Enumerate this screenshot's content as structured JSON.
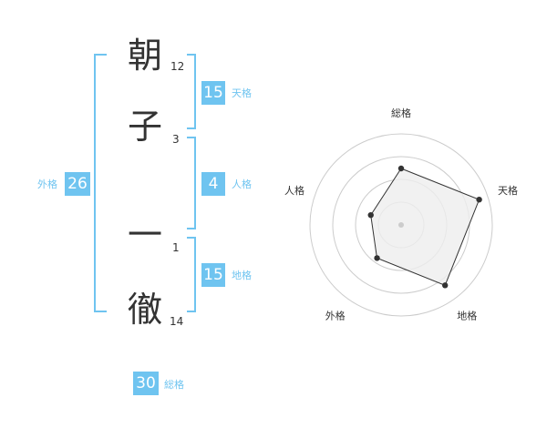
{
  "name": {
    "chars": [
      {
        "char": "朝",
        "strokes": "12"
      },
      {
        "char": "子",
        "strokes": "3"
      },
      {
        "char": "一",
        "strokes": "1"
      },
      {
        "char": "徹",
        "strokes": "14"
      }
    ]
  },
  "fortune": {
    "tenkaku": {
      "value": "15",
      "label": "天格"
    },
    "jinkaku": {
      "value": "4",
      "label": "人格"
    },
    "chikaku": {
      "value": "15",
      "label": "地格"
    },
    "gaikaku": {
      "value": "26",
      "label": "外格"
    },
    "soukaku": {
      "value": "30",
      "label": "総格"
    }
  },
  "chart_data": {
    "type": "radar",
    "axes": [
      "総格",
      "天格",
      "地格",
      "外格",
      "人格"
    ],
    "values": [
      0.62,
      0.9,
      0.82,
      0.45,
      0.35
    ],
    "max": 1,
    "rings": 4,
    "colors": {
      "fill": "#eeeeee",
      "line": "#333333",
      "point": "#333333",
      "ring": "#cccccc",
      "center": "#cccccc"
    }
  }
}
